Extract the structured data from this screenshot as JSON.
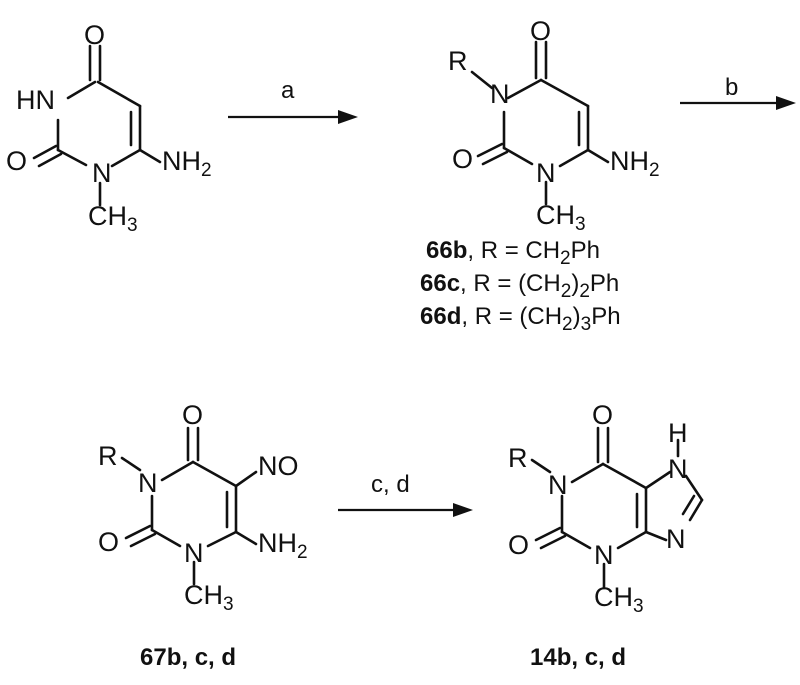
{
  "atoms": {
    "O": "O",
    "N": "N",
    "HN": "HN",
    "H": "H",
    "R": "R",
    "NH": "NH",
    "two": "2",
    "three": "3",
    "CH": "CH",
    "NO": "NO"
  },
  "arrows": {
    "a": "a",
    "b": "b",
    "cd": "c, d"
  },
  "captions": {
    "c66b_code": "66b",
    "c66b_text": ", R = CH",
    "c66b_tail": "Ph",
    "c66c_code": "66c",
    "c66c_text": ", R = (CH",
    "c66c_mid": ")",
    "c66c_tail": "Ph",
    "c66d_code": "66d",
    "c66d_text": ", R = (CH",
    "c66d_mid": ")",
    "c66d_tail": "Ph",
    "sub2": "2",
    "sub3": "3",
    "c67": "67b, c, d",
    "c14": "14b, c, d"
  }
}
